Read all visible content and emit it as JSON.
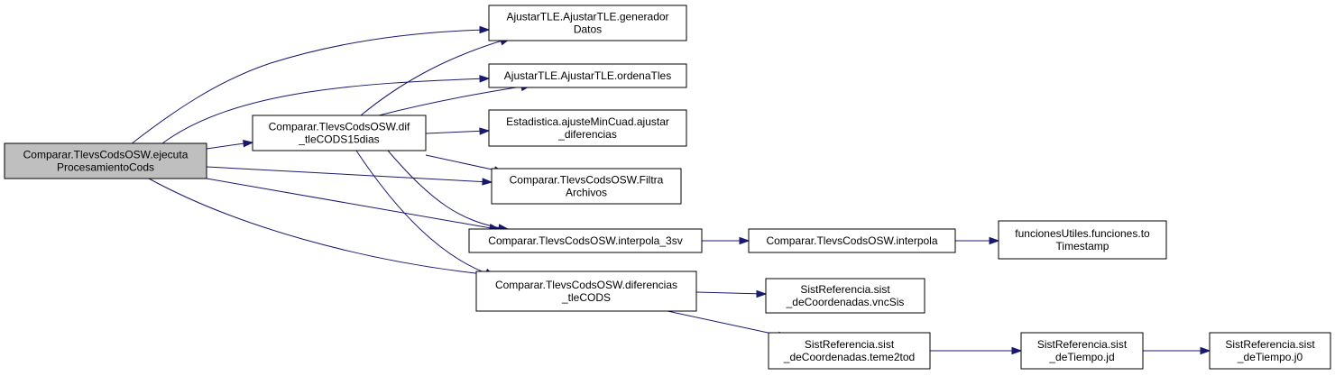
{
  "nodes": [
    {
      "id": "n0",
      "lines": [
        "Comparar.TlevsCodsOSW.ejecuta",
        "ProcesamientoCods"
      ]
    },
    {
      "id": "n1",
      "lines": [
        "AjustarTLE.AjustarTLE.generador",
        "Datos"
      ]
    },
    {
      "id": "n2",
      "lines": [
        "AjustarTLE.AjustarTLE.ordenaTles"
      ]
    },
    {
      "id": "n3",
      "lines": [
        "Comparar.TlevsCodsOSW.dif",
        "_tleCODS15dias"
      ]
    },
    {
      "id": "n4",
      "lines": [
        "Estadistica.ajusteMinCuad.ajustar",
        "_diferencias"
      ]
    },
    {
      "id": "n5",
      "lines": [
        "Comparar.TlevsCodsOSW.Filtra",
        "Archivos"
      ]
    },
    {
      "id": "n6",
      "lines": [
        "Comparar.TlevsCodsOSW.interpola_3sv"
      ]
    },
    {
      "id": "n7",
      "lines": [
        "Comparar.TlevsCodsOSW.interpola"
      ]
    },
    {
      "id": "n8",
      "lines": [
        "funcionesUtiles.funciones.to",
        "Timestamp"
      ]
    },
    {
      "id": "n9",
      "lines": [
        "Comparar.TlevsCodsOSW.diferencias",
        "_tleCODS"
      ]
    },
    {
      "id": "n10",
      "lines": [
        "SistReferencia.sist",
        "_deCoordenadas.vncSis"
      ]
    },
    {
      "id": "n11",
      "lines": [
        "SistReferencia.sist",
        "_deCoordenadas.teme2tod"
      ]
    },
    {
      "id": "n12",
      "lines": [
        "SistReferencia.sist",
        "_deTiempo.jd"
      ]
    },
    {
      "id": "n13",
      "lines": [
        "SistReferencia.sist",
        "_deTiempo.j0"
      ]
    }
  ],
  "edges": [
    {
      "from": "n0",
      "to": "n1"
    },
    {
      "from": "n0",
      "to": "n2"
    },
    {
      "from": "n0",
      "to": "n3"
    },
    {
      "from": "n0",
      "to": "n5"
    },
    {
      "from": "n0",
      "to": "n6"
    },
    {
      "from": "n0",
      "to": "n9"
    },
    {
      "from": "n3",
      "to": "n1"
    },
    {
      "from": "n3",
      "to": "n2"
    },
    {
      "from": "n3",
      "to": "n4"
    },
    {
      "from": "n3",
      "to": "n5"
    },
    {
      "from": "n3",
      "to": "n6"
    },
    {
      "from": "n3",
      "to": "n9"
    },
    {
      "from": "n6",
      "to": "n7"
    },
    {
      "from": "n7",
      "to": "n8"
    },
    {
      "from": "n9",
      "to": "n10"
    },
    {
      "from": "n9",
      "to": "n11"
    },
    {
      "from": "n11",
      "to": "n12"
    },
    {
      "from": "n12",
      "to": "n13"
    }
  ],
  "colors": {
    "edge": "#191970",
    "root_fill": "#bfbfbf",
    "node_fill": "#ffffff",
    "border": "#000000"
  }
}
